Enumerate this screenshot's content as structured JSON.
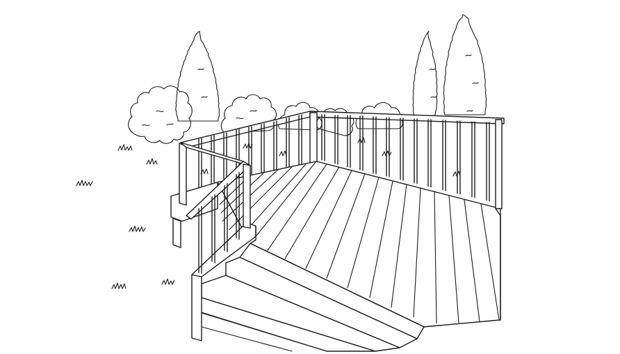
{
  "scene": {
    "description_kind": "line-art illustration",
    "background_color": "#ffffff",
    "ink_color": "#1a1a1a",
    "elements": [
      "trees",
      "shrubs",
      "grass-tufts",
      "deck-floor",
      "deck-railing",
      "stairs",
      "handrail",
      "support-post"
    ]
  }
}
